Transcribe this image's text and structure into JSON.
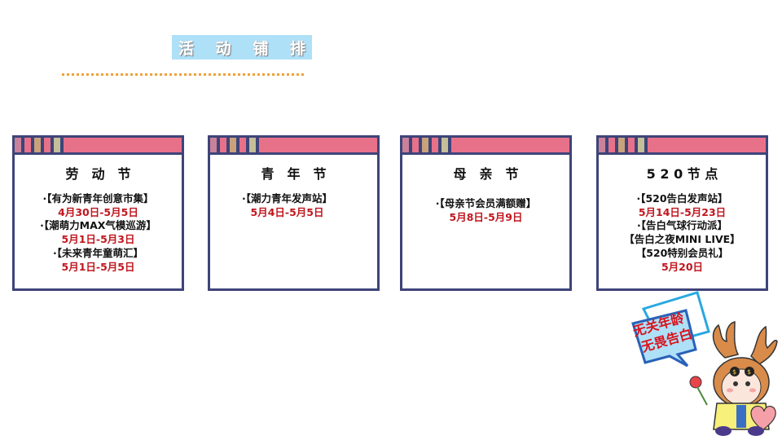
{
  "header": {
    "title_chars": [
      "活",
      "动",
      "铺",
      "排"
    ],
    "accent_color": "#aee0f8",
    "divider_color": "#f0a23a"
  },
  "card_style": {
    "border_color": "#3e4479",
    "stripe_colors": [
      "#c9829a",
      "#e8718a",
      "#c9a27c",
      "#e8718a",
      "#c4bf98"
    ],
    "bar_color": "#e8718a",
    "date_color": "#c0161e"
  },
  "cards": [
    {
      "title": "劳　动　节",
      "items": [
        {
          "name": "·【有为新青年创意市集】",
          "date": "4月30日-5月5日"
        },
        {
          "name": "·【潮萌力MAX气模巡游】",
          "date": "5月1日-5月3日"
        },
        {
          "name": "·【未来青年童萌汇】",
          "date": "5月1日-5月5日"
        }
      ]
    },
    {
      "title": "青　年　节",
      "items": [
        {
          "name": "·【潮力青年发声站】",
          "date": "5月4日-5月5日"
        }
      ]
    },
    {
      "title": "母　亲　节",
      "items": [
        {
          "name": "·【母亲节会员满额赠】",
          "date": "5月8日-5月9日"
        }
      ]
    },
    {
      "title": "5 2 0 节 点",
      "items": [
        {
          "name": "·【520告白发声站】",
          "date": "5月14日-5月23日"
        },
        {
          "name": "·【告白气球行动派】",
          "date": null
        },
        {
          "name": "【告白之夜MINI LIVE】",
          "date": null
        },
        {
          "name": "【520特别会员礼】",
          "date": "5月20日"
        }
      ]
    }
  ],
  "mascot": {
    "speech_line1": "无关年龄",
    "speech_line2": "无畏告白"
  }
}
